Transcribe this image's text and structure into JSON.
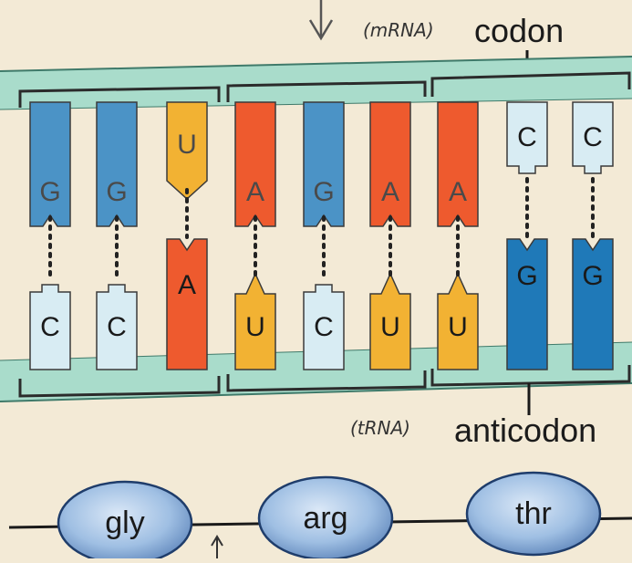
{
  "labels": {
    "mrna": "(mRNA)",
    "codon": "codon",
    "trna": "(tRNA)",
    "anticodon": "anticodon"
  },
  "codon_bases": [
    "G",
    "G",
    "U",
    "A",
    "G",
    "A",
    "A",
    "C",
    "C"
  ],
  "anticodon_bases": [
    "C",
    "C",
    "A",
    "U",
    "C",
    "U",
    "U",
    "G",
    "G"
  ],
  "amino_acids": [
    "gly",
    "arg",
    "thr"
  ],
  "colors": {
    "background": "#f3ead6",
    "strand": "#a9dccb",
    "G": "#4b93c6",
    "C": "#d8ecf3",
    "U": "#f2b233",
    "A": "#ee5a2e",
    "G_dark": "#1f79b8",
    "amino_acid": "#a9c4e6"
  }
}
